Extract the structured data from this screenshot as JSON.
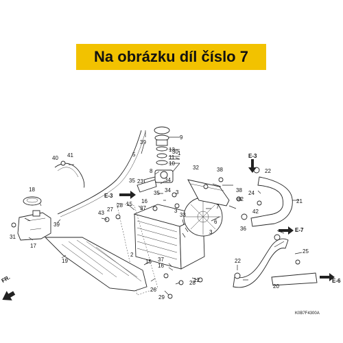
{
  "banner": {
    "text": "Na obrázku díl číslo 7",
    "color": "#f2c200"
  },
  "diagram_code": "K0B7F4300A",
  "arrows": {
    "fr": "FR.",
    "e3_left": "E-3",
    "e3_right": "E-3",
    "e7": "E-7",
    "e6": "E-6"
  },
  "labels": {
    "l1": "1",
    "l2": "2",
    "l3a": "3",
    "l3b": "3",
    "l3c": "3",
    "l5": "5",
    "l6": "6",
    "l7": "7",
    "l8": "8",
    "l9": "9",
    "l10": "10",
    "l11": "11",
    "l12": "12",
    "l13": "13",
    "l15a": "15",
    "l15b": "15",
    "l16a": "16",
    "l16b": "16",
    "l17": "17",
    "l18": "18",
    "l19": "19",
    "l20": "20",
    "l21": "21",
    "l22a": "22",
    "l22b": "22",
    "l23": "23",
    "l24": "24",
    "l25": "25",
    "l26": "26",
    "l27": "27",
    "l28a": "28",
    "l28b": "28",
    "l29": "29",
    "l30": "30",
    "l31": "31",
    "l32a": "32",
    "l32b": "32",
    "l33": "33",
    "l34a": "34",
    "l34b": "34",
    "l35a": "35",
    "l35b": "35",
    "l36": "36",
    "l37a": "37",
    "l37b": "37",
    "l38a": "38",
    "l38b": "38",
    "l39a": "39",
    "l39b": "39",
    "l40": "40",
    "l41": "41",
    "l42": "42",
    "l43": "43"
  }
}
